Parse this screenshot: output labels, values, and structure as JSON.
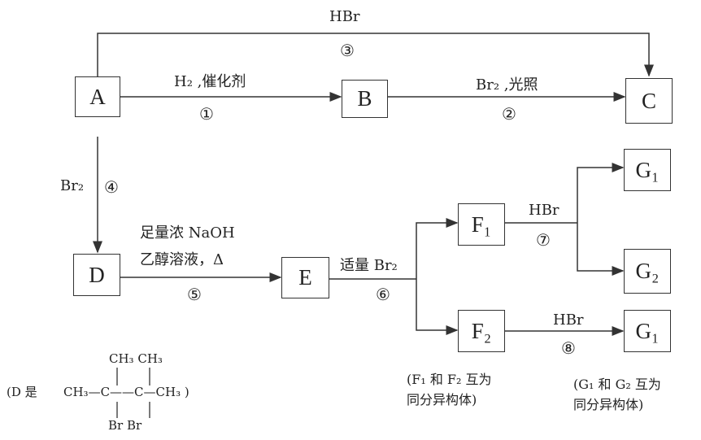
{
  "nodes": {
    "A": "A",
    "B": "B",
    "C": "C",
    "D": "D",
    "E": "E",
    "F1": "F₁",
    "F2": "F₂",
    "G1a": "G₁",
    "G2": "G₂",
    "G1b": "G₁"
  },
  "reactions": {
    "r1": {
      "reagent": "H₂ ,催化剂",
      "step": "①"
    },
    "r2": {
      "reagent": "Br₂ ,光照",
      "step": "②"
    },
    "r3": {
      "reagent": "HBr",
      "step": "③"
    },
    "r4": {
      "reagent": "Br₂",
      "step": "④"
    },
    "r5": {
      "reagent_line1": "足量浓 NaOH",
      "reagent_line2": "乙醇溶液，Δ",
      "step": "⑤"
    },
    "r6": {
      "reagent": "适量 Br₂",
      "step": "⑥"
    },
    "r7": {
      "reagent": "HBr",
      "step": "⑦"
    },
    "r8": {
      "reagent": "HBr",
      "step": "⑧"
    }
  },
  "notes": {
    "f_isomers_line1": "(F₁ 和 F₂ 互为",
    "f_isomers_line2": "同分异构体)",
    "g_isomers_line1": "(G₁ 和 G₂ 互为",
    "g_isomers_line2": "同分异构体)"
  },
  "structure_D": {
    "top_groups": "CH₃ CH₃",
    "prefix": "(D 是",
    "chain": "CH₃—C——C—CH₃ )",
    "bottom_groups": "Br    Br"
  }
}
